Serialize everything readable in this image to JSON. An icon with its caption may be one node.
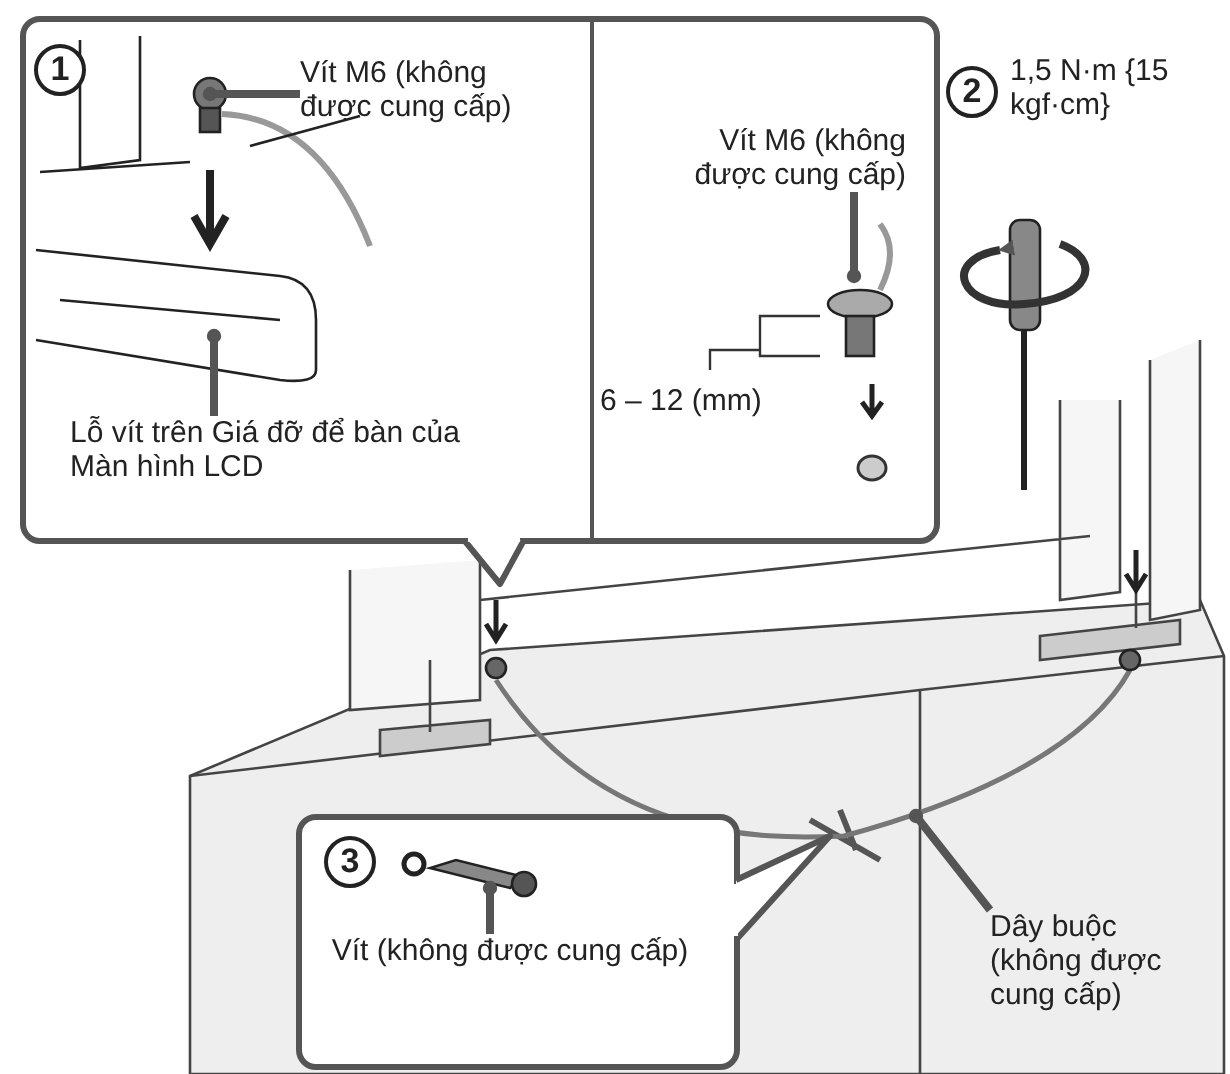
{
  "diagram": {
    "nodes": [
      {
        "text": [],
        "shape": "box"
      },
      {
        "text": [
          "Vít M6 (không được cung cấp)"
        ],
        "in": 0
      },
      {
        "text": [],
        "shape": "screw",
        "in": 0
      },
      {
        "text": [
          "Lỗ vít trên Giá đỡ để bàn của Màn hình LCD"
        ],
        "in": 0
      },
      {
        "text": [],
        "shape": "stand",
        "in": 0
      },
      {
        "text": [
          "Vít M6 (không được cung cấp)"
        ],
        "in": 0
      },
      {
        "text": [],
        "shape": "screw",
        "in": 0
      },
      {
        "text": [],
        "shape": "box"
      },
      {
        "text": [
          "Vít (không được cung cấp)"
        ],
        "in": 7
      },
      {
        "text": [],
        "shape": "screw",
        "in": 7
      },
      {
        "text": [
          "Dây buộc (không được cung cấp)"
        ]
      },
      {
        "text": [],
        "shape": "cable"
      }
    ],
    "edges": [
      {
        "from": 1,
        "to": 2,
        "arrow": "other"
      },
      {
        "from": 3,
        "to": 4,
        "arrow": "other"
      },
      {
        "from": 5,
        "to": 6,
        "arrow": "other"
      },
      {
        "from": 8,
        "to": 9,
        "arrow": "other"
      },
      {
        "from": 10,
        "to": 11,
        "arrow": "other"
      }
    ],
    "labels": [
      "1",
      "2",
      "1,5 N·m {15 kgf·cm}",
      "6 – 12 (mm)",
      "3"
    ]
  }
}
